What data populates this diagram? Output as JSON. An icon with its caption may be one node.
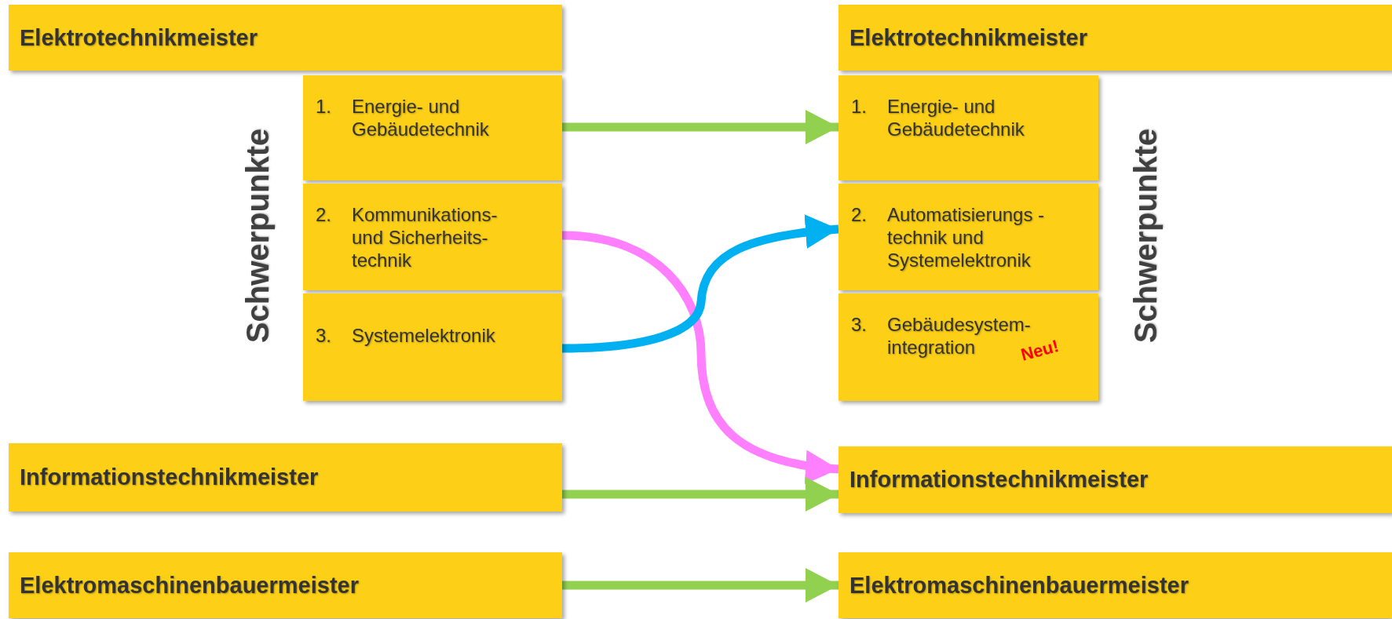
{
  "diagram": {
    "nodes": [
      {
        "text": [
          "Elektrotechnikmeister"
        ]
      },
      {
        "text": [
          "1.",
          "Energie- und Gebäudetechnik"
        ]
      },
      {
        "text": [
          "2.",
          "Kommunikations- und Sicherheits- technik"
        ]
      },
      {
        "text": [
          "3.",
          "Systemelektronik"
        ]
      },
      {
        "text": [
          "Informationstechnikmeister"
        ]
      },
      {
        "text": [
          "Elektromaschinenbauermeister"
        ]
      },
      {
        "text": [
          "Elektrotechnikmeister"
        ]
      },
      {
        "text": [
          "1.",
          "Energie- und Gebäudetechnik"
        ]
      },
      {
        "text": [
          "2.",
          "Automatisierungs -technik und Systemelektronik"
        ]
      },
      {
        "text": [
          "3.",
          "Gebäudesystem- integration",
          "Neu!"
        ]
      },
      {
        "text": [
          "Informationstechnikmeister"
        ]
      },
      {
        "text": [
          "Elektromaschinenbauermeister"
        ]
      }
    ],
    "edges": [
      {
        "from": 1,
        "to": 7,
        "arrow": "to"
      },
      {
        "from": 2,
        "to": 10,
        "arrow": "to",
        "color": "#ff80ff"
      },
      {
        "from": 3,
        "to": 8,
        "arrow": "to",
        "color": "#00b0f0"
      },
      {
        "from": 4,
        "to": 10,
        "arrow": "to"
      },
      {
        "from": 5,
        "to": 11,
        "arrow": "to"
      }
    ],
    "labels": [
      "Schwerpunkte",
      "Schwerpunkte"
    ]
  }
}
